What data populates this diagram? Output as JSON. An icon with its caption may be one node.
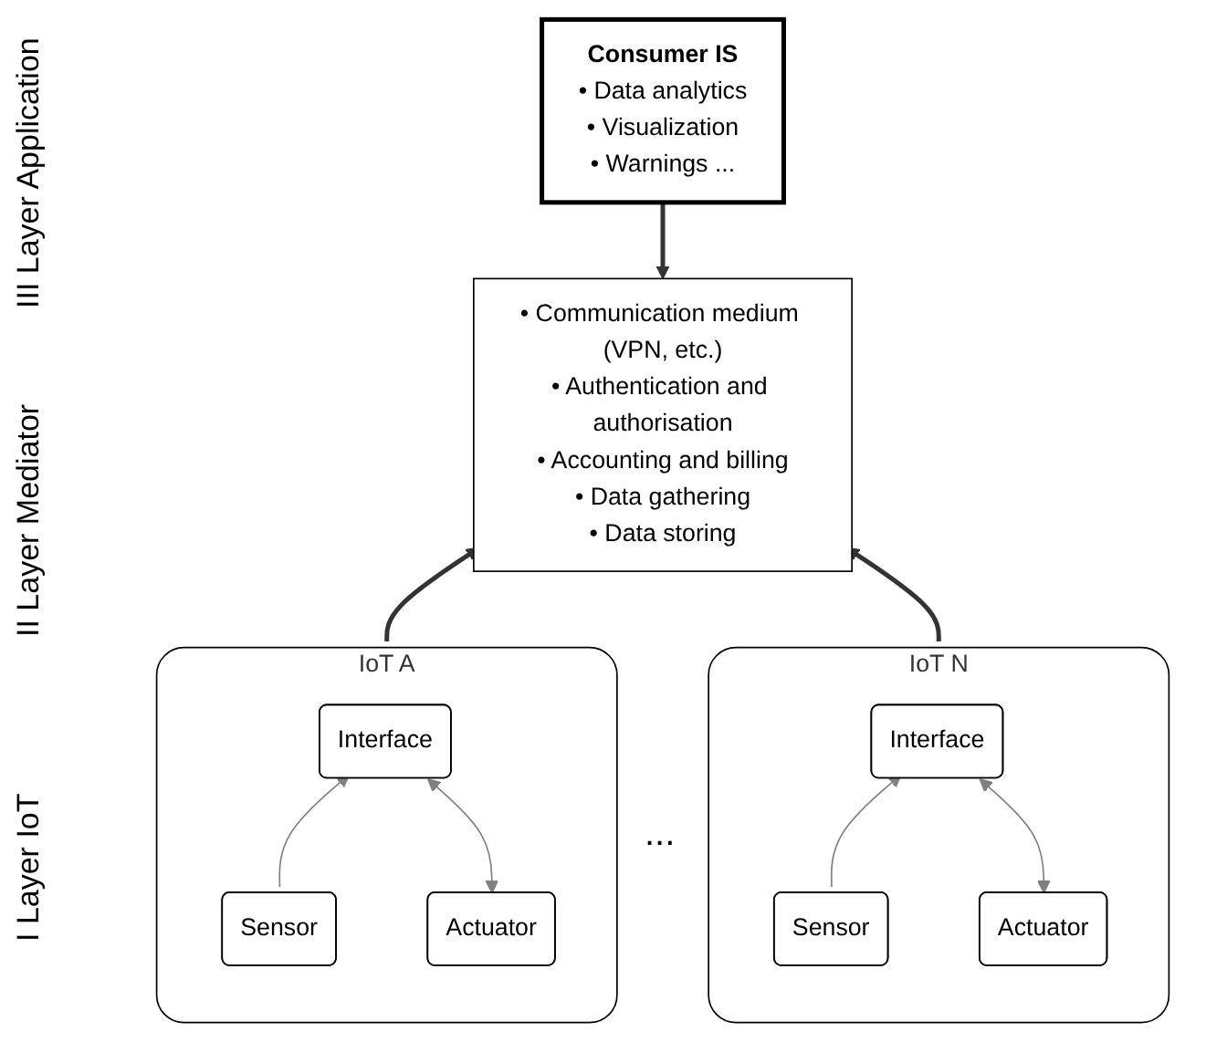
{
  "diagram": {
    "nodes": [
      {
        "text": [
          "Consumer IS",
          "• Data analytics",
          "• Visualization",
          "• Warnings ..."
        ]
      },
      {
        "text": [
          "• Communication medium (VPN, etc.)",
          "• Authentication and authorisation",
          "• Accounting and billing",
          "• Data gathering",
          "• Data storing"
        ]
      },
      {
        "text": [
          "IoT A"
        ]
      },
      {
        "text": [
          "Interface"
        ],
        "in": 2
      },
      {
        "text": [
          "Sensor"
        ],
        "in": 2
      },
      {
        "text": [
          "Actuator"
        ],
        "in": 2
      },
      {
        "text": [
          "IoT N"
        ]
      },
      {
        "text": [
          "Interface"
        ],
        "in": 6
      },
      {
        "text": [
          "Sensor"
        ],
        "in": 6
      },
      {
        "text": [
          "Actuator"
        ],
        "in": 6
      }
    ],
    "edges": [
      {
        "from": 0,
        "to": 1,
        "arrow": "to",
        "style": "thick"
      },
      {
        "from": 2,
        "to": 1,
        "arrow": "to",
        "style": "thick"
      },
      {
        "from": 6,
        "to": 1,
        "arrow": "to",
        "style": "thick"
      },
      {
        "from": 4,
        "to": 3,
        "arrow": "to",
        "color": "#808080"
      },
      {
        "from": 3,
        "to": 5,
        "arrow": "both",
        "color": "#808080"
      },
      {
        "from": 8,
        "to": 7,
        "arrow": "to",
        "color": "#808080"
      },
      {
        "from": 7,
        "to": 9,
        "arrow": "both",
        "color": "#808080"
      }
    ],
    "labels": [
      "III Layer Application",
      "II Layer Mediator",
      "I Layer IoT",
      "..."
    ]
  }
}
